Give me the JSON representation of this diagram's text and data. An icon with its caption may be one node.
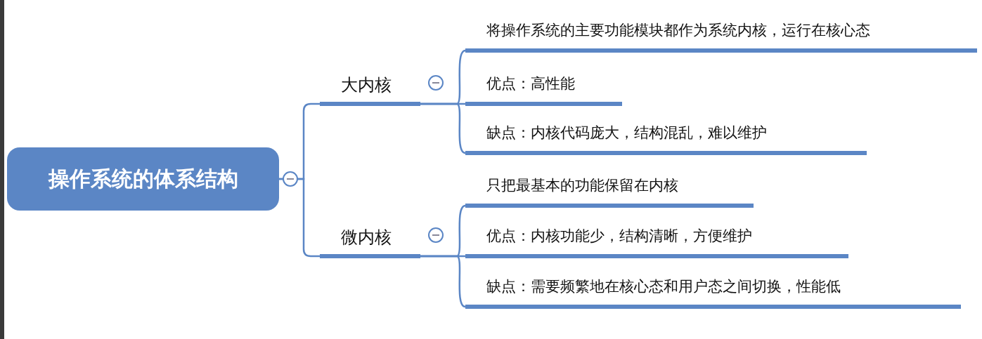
{
  "diagram": {
    "nodes": [
      {
        "text": [
          "操作系统的体系结构"
        ]
      },
      {
        "text": [
          "大内核"
        ]
      },
      {
        "text": [
          "将操作系统的主要功能模块都作为系统内核，运行在核心态"
        ]
      },
      {
        "text": [
          "优点：高性能"
        ]
      },
      {
        "text": [
          "缺点：内核代码庞大，结构混乱，难以维护"
        ]
      },
      {
        "text": [
          "微内核"
        ]
      },
      {
        "text": [
          "只把最基本的功能保留在内核"
        ]
      },
      {
        "text": [
          "优点：内核功能少，结构清晰，方便维护"
        ]
      },
      {
        "text": [
          "缺点：需要频繁地在核心态和用户态之间切换，性能低"
        ]
      }
    ],
    "edges": [
      {
        "from": 0,
        "to": 1,
        "arrow": "none"
      },
      {
        "from": 0,
        "to": 5,
        "arrow": "none"
      },
      {
        "from": 1,
        "to": 2,
        "arrow": "none"
      },
      {
        "from": 1,
        "to": 3,
        "arrow": "none"
      },
      {
        "from": 1,
        "to": 4,
        "arrow": "none"
      },
      {
        "from": 5,
        "to": 6,
        "arrow": "none"
      },
      {
        "from": 5,
        "to": 7,
        "arrow": "none"
      },
      {
        "from": 5,
        "to": 8,
        "arrow": "none"
      }
    ]
  }
}
